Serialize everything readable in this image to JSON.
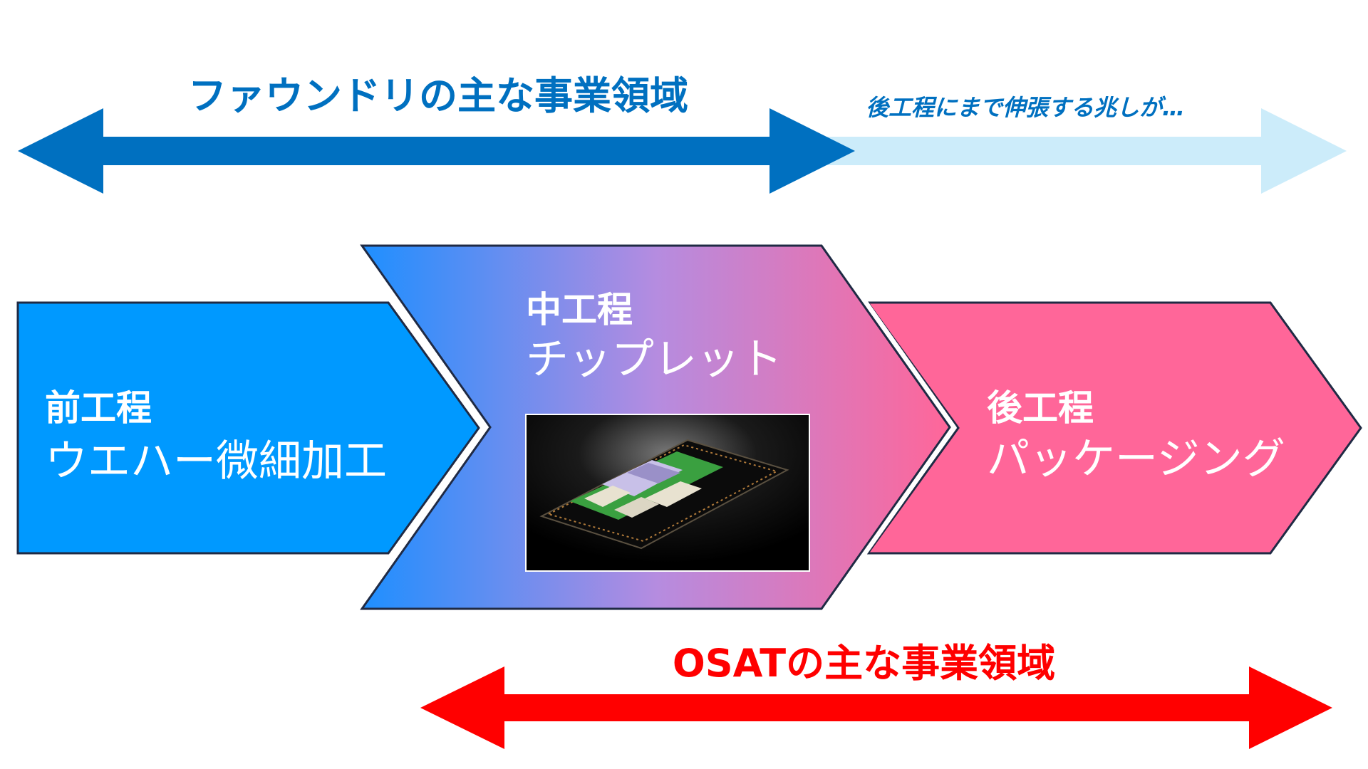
{
  "foundry": {
    "label": "ファウンドリの主な事業領域",
    "extension_label": "後工程にまで伸張する兆しが…",
    "color": "#0070C0",
    "extension_color": "#CCECFA"
  },
  "stages": {
    "front": {
      "title": "前工程",
      "subtitle": "ウエハー微細加工",
      "color": "#0099FF"
    },
    "middle": {
      "title": "中工程",
      "subtitle": "チップレット",
      "gradient_start": "#1E8FFF",
      "gradient_end": "#FF6699",
      "image_icon": "chiplet-package-icon"
    },
    "back": {
      "title": "後工程",
      "subtitle": "パッケージング",
      "color": "#FF6699"
    }
  },
  "osat": {
    "label": "OSATの主な事業領域",
    "color": "#FF0000"
  }
}
